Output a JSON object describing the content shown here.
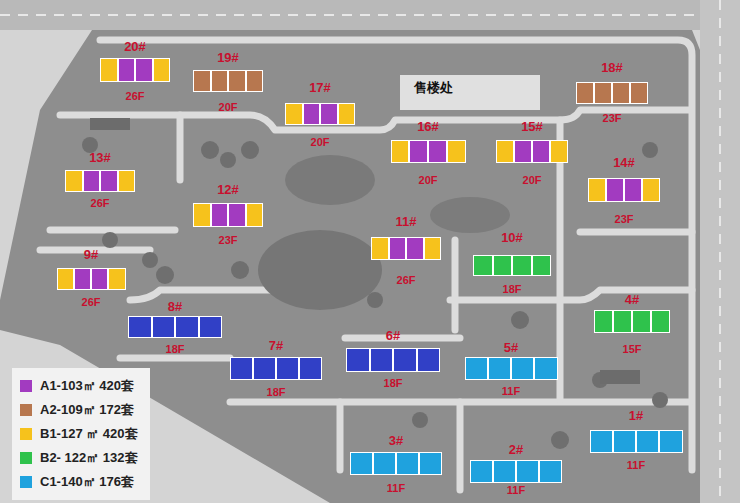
{
  "diagram": {
    "nodes": [
      {
        "text": [
          "20#",
          "26F"
        ]
      },
      {
        "text": [
          "19#",
          "20F"
        ]
      },
      {
        "text": [
          "18#",
          "23F"
        ]
      },
      {
        "text": [
          "17#",
          "20F"
        ]
      },
      {
        "text": [
          "16#",
          "20F"
        ]
      },
      {
        "text": [
          "15#",
          "20F"
        ]
      },
      {
        "text": [
          "13#",
          "26F"
        ]
      },
      {
        "text": [
          "14#",
          "23F"
        ]
      },
      {
        "text": [
          "12#",
          "23F"
        ]
      },
      {
        "text": [
          "11#",
          "26F"
        ]
      },
      {
        "text": [
          "10#",
          "18F"
        ]
      },
      {
        "text": [
          "9#",
          "26F"
        ]
      },
      {
        "text": [
          "8#",
          "18F"
        ]
      },
      {
        "text": [
          "4#",
          "15F"
        ]
      },
      {
        "text": [
          "6#",
          "18F"
        ]
      },
      {
        "text": [
          "7#",
          "18F"
        ]
      },
      {
        "text": [
          "5#",
          "11F"
        ]
      },
      {
        "text": [
          "1#",
          "11F"
        ]
      },
      {
        "text": [
          "3#",
          "11F"
        ]
      },
      {
        "text": [
          "2#",
          "11F"
        ]
      }
    ],
    "labels": [
      "售楼处"
    ],
    "legend": [
      {
        "text": "A1-103㎡ 420套",
        "color": "#a23bc0"
      },
      {
        "text": "A2-109㎡ 172套",
        "color": "#b7774f"
      },
      {
        "text": "B1-127 ㎡ 420套",
        "color": "#f6c21c"
      },
      {
        "text": "B2- 122㎡ 132套",
        "color": "#2fc24c"
      },
      {
        "text": "C1-140㎡ 176套",
        "color": "#1fa2de"
      }
    ]
  }
}
